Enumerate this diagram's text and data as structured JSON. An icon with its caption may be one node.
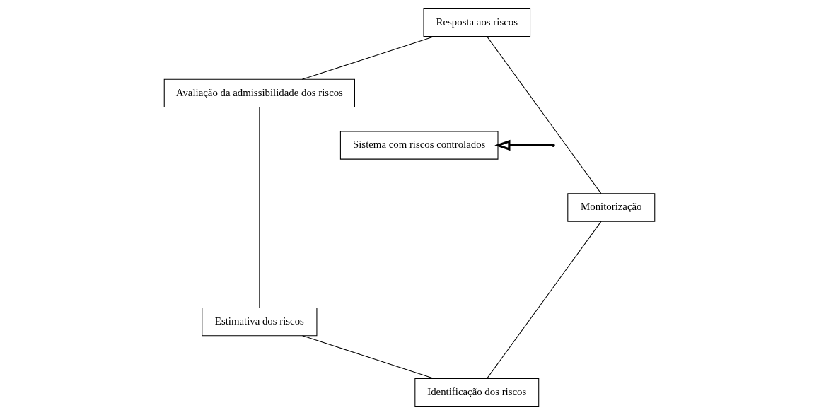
{
  "diagram": {
    "nodes": [
      {
        "text": [
          "Identificação dos riscos"
        ]
      },
      {
        "text": [
          "Monitorização"
        ]
      },
      {
        "text": [
          "Estimativa dos riscos"
        ]
      },
      {
        "text": [
          "Resposta aos riscos"
        ]
      },
      {
        "text": [
          "Avaliação da admissibilidade dos riscos"
        ]
      },
      {
        "text": [
          "Sistema com riscos controlados"
        ]
      }
    ],
    "edges": [
      {
        "from": 1,
        "to": 0,
        "arrow": "none"
      },
      {
        "from": 0,
        "to": 2,
        "arrow": "none"
      },
      {
        "from": 2,
        "to": 4,
        "arrow": "none"
      },
      {
        "from": 4,
        "to": 3,
        "arrow": "none"
      },
      {
        "from": 3,
        "to": 1,
        "arrow": "none"
      },
      {
        "from": null,
        "to": 5,
        "arrow": "to",
        "style": "thick"
      }
    ]
  }
}
